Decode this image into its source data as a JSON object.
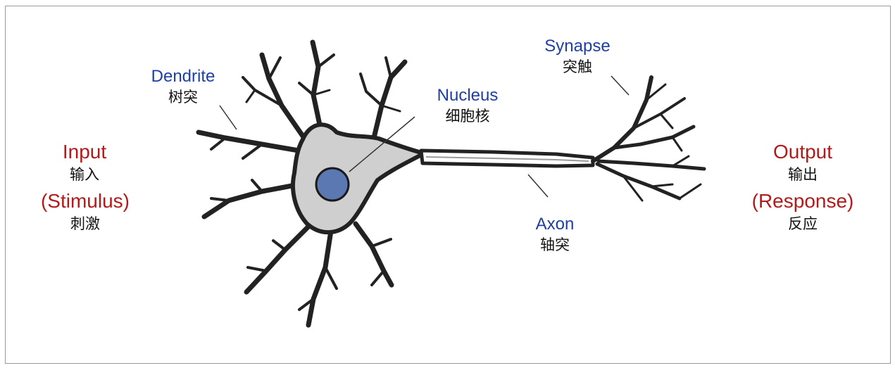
{
  "colors": {
    "label_blue": "#1f3fa3",
    "label_red": "#b31b1b",
    "cell_body_fill": "#cfcfcf",
    "nucleus_fill": "#5b78b2",
    "outline": "#222222"
  },
  "labels": {
    "input": {
      "en": "Input",
      "zh": "输入"
    },
    "stimulus": {
      "en": "(Stimulus)",
      "zh": "刺激"
    },
    "output": {
      "en": "Output",
      "zh": "输出"
    },
    "response": {
      "en": "(Response)",
      "zh": "反应"
    },
    "dendrite": {
      "en": "Dendrite",
      "zh": "树突"
    },
    "nucleus": {
      "en": "Nucleus",
      "zh": "细胞核"
    },
    "synapse": {
      "en": "Synapse",
      "zh": "突触"
    },
    "axon": {
      "en": "Axon",
      "zh": "轴突"
    }
  }
}
